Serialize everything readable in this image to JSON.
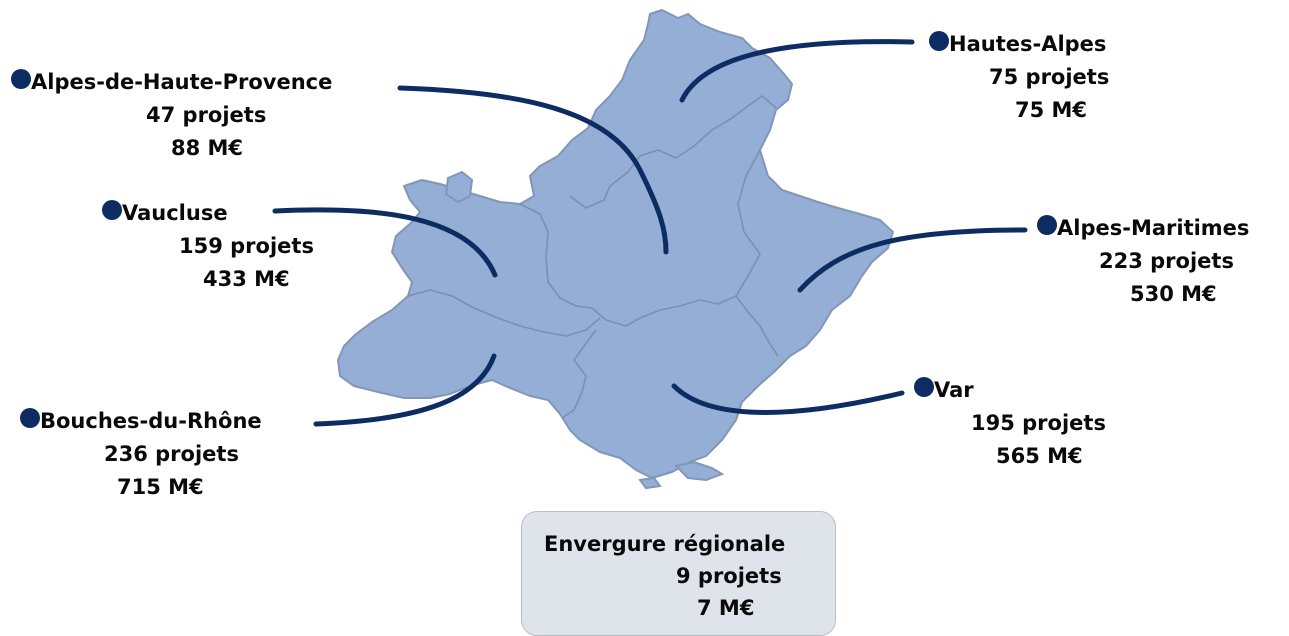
{
  "colors": {
    "map_fill": "#94aed6",
    "map_border": "#7c8fae",
    "leader_line": "#0d2d62",
    "box_fill": "#dfe3ea"
  },
  "departments": [
    {
      "name": "Hautes-Alpes",
      "projects": "75 projets",
      "amount": "75 M€"
    },
    {
      "name": "Alpes-de-Haute-Provence",
      "projects": "47 projets",
      "amount": "88 M€"
    },
    {
      "name": "Vaucluse",
      "projects": "159 projets",
      "amount": "433 M€"
    },
    {
      "name": "Alpes-Maritimes",
      "projects": "223 projets",
      "amount": "530 M€"
    },
    {
      "name": "Var",
      "projects": "195 projets",
      "amount": "565 M€"
    },
    {
      "name": "Bouches-du-Rhône",
      "projects": "236 projets",
      "amount": "715 M€"
    }
  ],
  "regional": {
    "title": "Envergure régionale",
    "projects": "9 projets",
    "amount": "7 M€"
  }
}
